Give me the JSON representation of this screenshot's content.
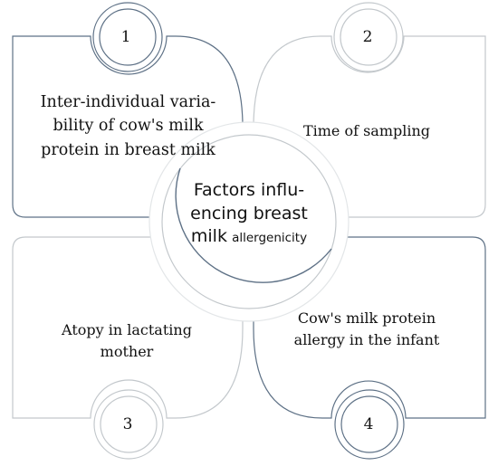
{
  "center": {
    "line1": "Factors influ-",
    "line2": "encing breast",
    "line3_main": "milk",
    "line3_small": "allergenicity"
  },
  "factors": [
    {
      "number": "1",
      "lines": [
        "Inter-individual varia-",
        "bility of cow's milk",
        "protein in breast milk"
      ]
    },
    {
      "number": "2",
      "lines": [
        "Time of sampling"
      ]
    },
    {
      "number": "3",
      "lines": [
        "Atopy in lactating",
        "mother"
      ]
    },
    {
      "number": "4",
      "lines": [
        "Cow's milk protein",
        "allergy in the infant"
      ]
    }
  ],
  "colors": {
    "outline_gray": "#c3c8cc",
    "outline_blue": "#5e7186",
    "text": "#111111"
  }
}
